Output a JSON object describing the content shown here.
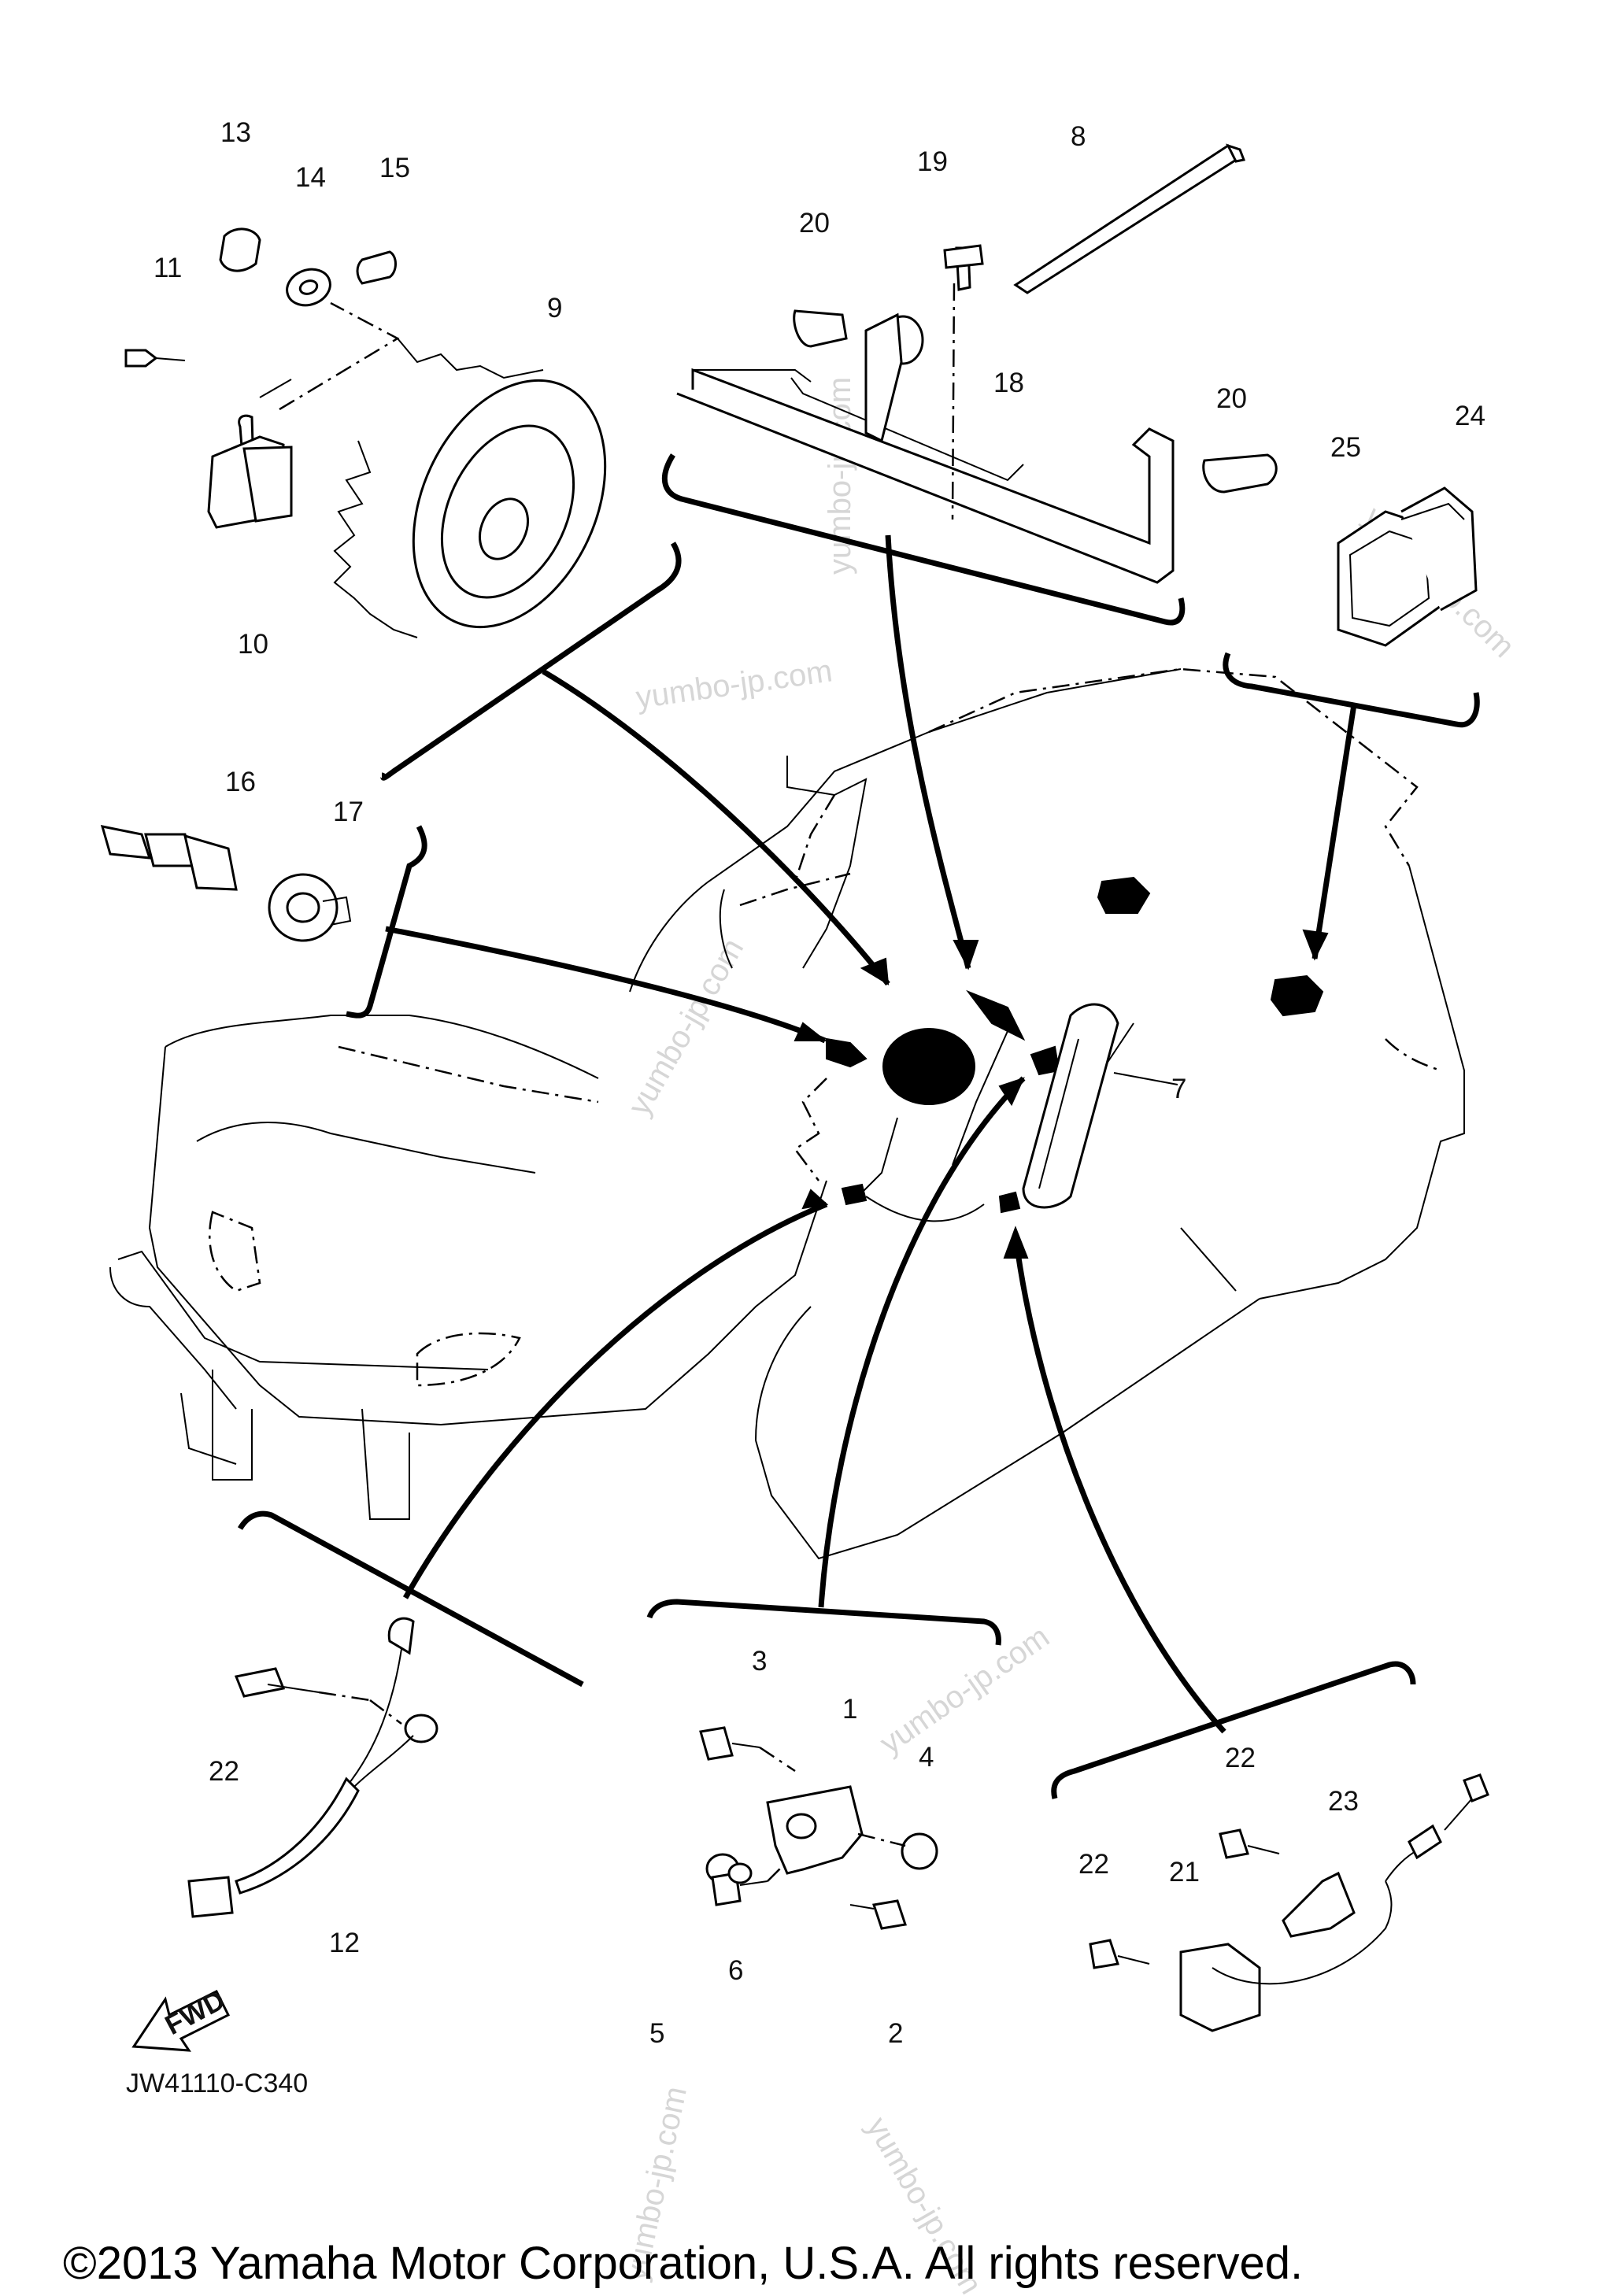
{
  "parts": [
    {
      "number": "1"
    },
    {
      "number": "2"
    },
    {
      "number": "3"
    },
    {
      "number": "4"
    },
    {
      "number": "5"
    },
    {
      "number": "6"
    },
    {
      "number": "7"
    },
    {
      "number": "8"
    },
    {
      "number": "9"
    },
    {
      "number": "10"
    },
    {
      "number": "11"
    },
    {
      "number": "12"
    },
    {
      "number": "13"
    },
    {
      "number": "14"
    },
    {
      "number": "15"
    },
    {
      "number": "16"
    },
    {
      "number": "17"
    },
    {
      "number": "18"
    },
    {
      "number": "19"
    },
    {
      "number": "20"
    },
    {
      "number": "20"
    },
    {
      "number": "21"
    },
    {
      "number": "22"
    },
    {
      "number": "22"
    },
    {
      "number": "22"
    },
    {
      "number": "23"
    },
    {
      "number": "24"
    },
    {
      "number": "25"
    }
  ],
  "fwd_label": "FWD",
  "diagram_code": "JW41110-C340",
  "copyright": "©2013 Yamaha Motor Corporation, U.S.A. All rights reserved.",
  "watermark": "yumbo-jp.com"
}
